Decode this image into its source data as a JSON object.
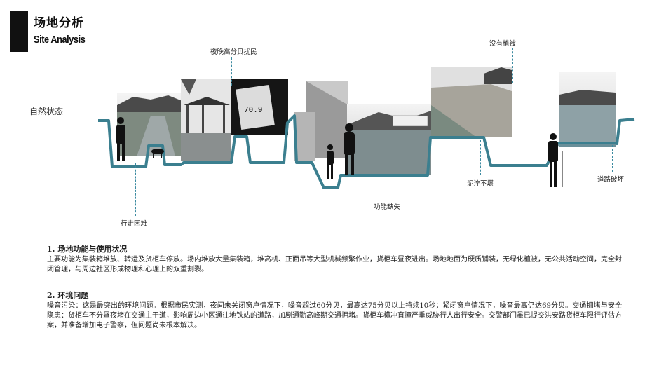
{
  "header": {
    "title_cn": "场地分析",
    "title_en": "Site Analysis"
  },
  "section": {
    "state_label": "自然状态",
    "annotations": {
      "night_noise": "夜晚高分贝扰民",
      "no_vegetation": "没有植被",
      "walking_difficulty": "行走困难",
      "lack_function": "功能缺失",
      "muddy": "泥泞不堪",
      "road_damage": "道路破坏"
    },
    "meter_reading": "70.9",
    "accent_color": "#3b7f8f"
  },
  "text": {
    "h1": "1. 场地功能与使用状况",
    "p1": "主要功能为集装箱堆放、转运及货柜车停放。场内堆放大量集装箱，堆高机、正面吊等大型机械频繁作业，货柜车昼夜进出。场地地面为硬质铺装，无绿化植被，无公共活动空间，完全封闭管理，与周边社区形成物理和心理上的双重割裂。",
    "h2": "2. 环境问题",
    "p2": "噪音污染：这是最突出的环境问题。根据市民实测，夜间未关闭窗户情况下，噪音超过60分贝，最高达75分贝以上持续10秒；紧闭窗户情况下，噪音最高仍达69分贝。交通拥堵与安全隐患：货柜车不分昼夜堵在交通主干道，影响周边小区通往地铁站的道路，加剧通勤高峰期交通拥堵。货柜车横冲直撞严重威胁行人出行安全。交警部门虽已提交洪安路货柜车限行评估方案，并准备增加电子警察，但问题尚未根本解决。"
  }
}
